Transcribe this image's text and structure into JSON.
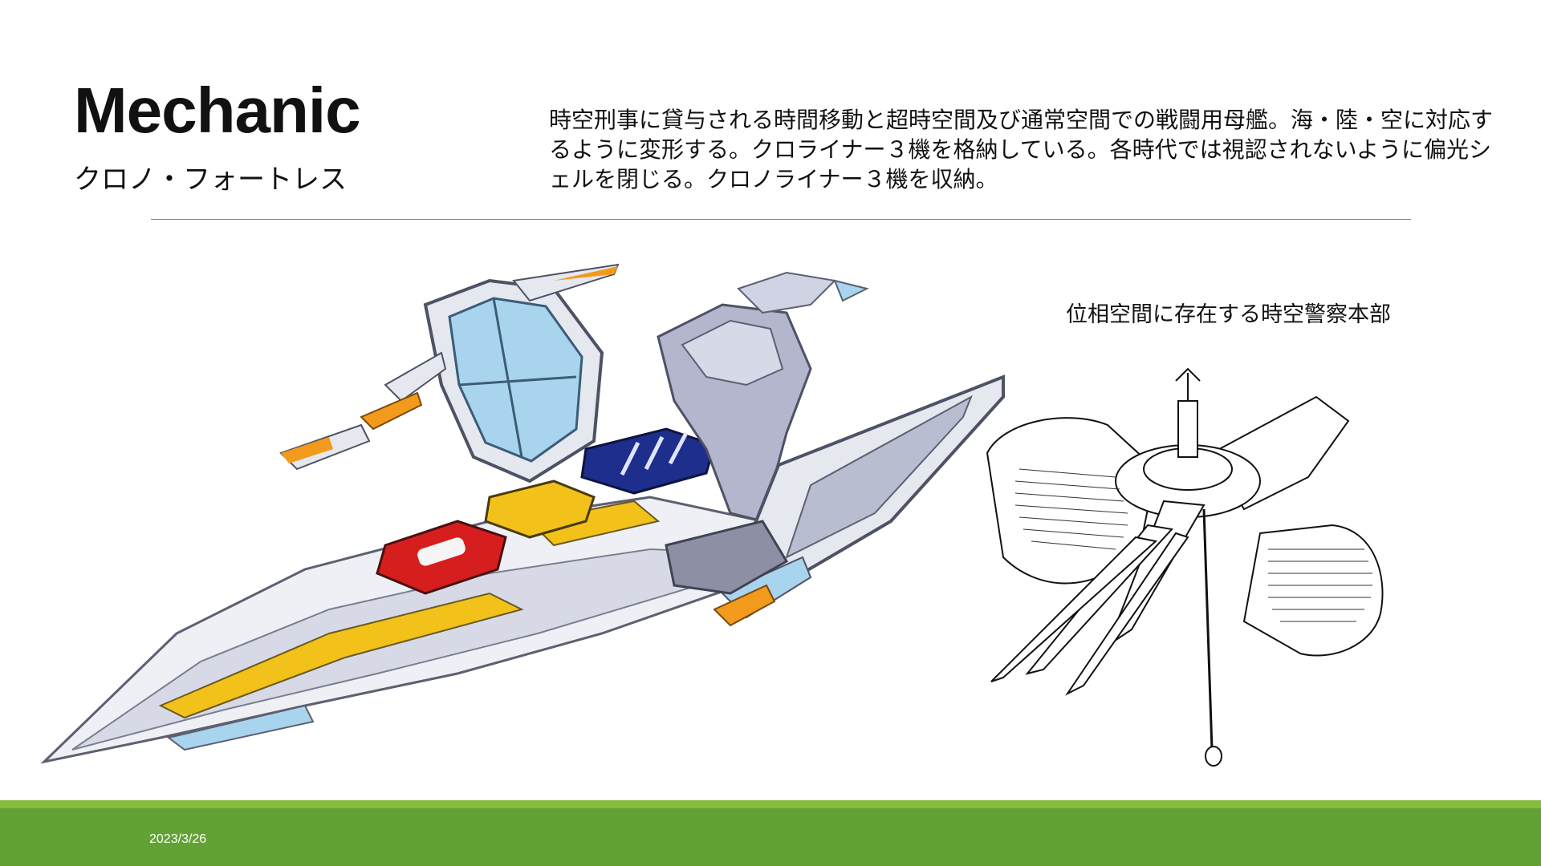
{
  "slide": {
    "title": "Mechanic",
    "subtitle": "クロノ・フォートレス",
    "description": "時空刑事に貸与される時間移動と超時空間及び通常空間での戦闘用母艦。海・陸・空に対応するように変形する。クロライナー３機を格納している。各時代では視認されないように偏光シェルを閉じる。クロノライナー３機を収納。",
    "right_caption": "位相空間に存在する時空警察本部",
    "footer_date": "2023/3/26"
  },
  "colors": {
    "footer_dark": "#62a234",
    "footer_light": "#86bc3f",
    "hull_red": "#d61e1e",
    "hull_yellow": "#f2c21b",
    "hull_blue": "#1d2e8c",
    "canopy_blue": "#a9d4ee",
    "thruster_orange": "#f29a1c"
  }
}
